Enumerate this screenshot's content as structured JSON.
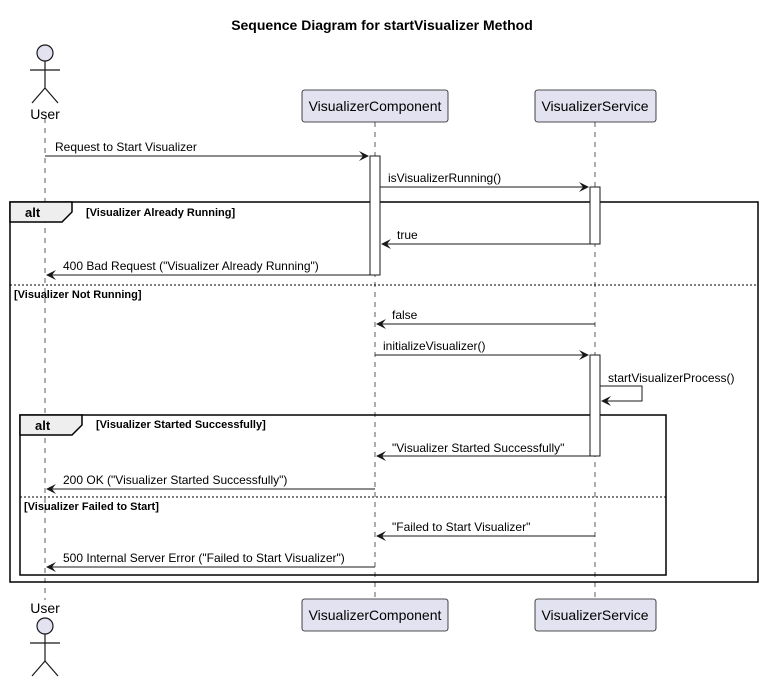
{
  "title": "Sequence Diagram for startVisualizer Method",
  "participants": {
    "user": "User",
    "component": "VisualizerComponent",
    "service": "VisualizerService"
  },
  "messages": {
    "m1": "Request to Start Visualizer",
    "m2": "isVisualizerRunning()",
    "m3": "true",
    "m4": "400 Bad Request (\"Visualizer Already Running\")",
    "m5": "false",
    "m6": "initializeVisualizer()",
    "m7": "startVisualizerProcess()",
    "m8": "\"Visualizer Started Successfully\"",
    "m9": "200 OK (\"Visualizer Started Successfully\")",
    "m10": "\"Failed to Start Visualizer\"",
    "m11": "500 Internal Server Error (\"Failed to Start Visualizer\")"
  },
  "fragments": {
    "outer": {
      "keyword": "alt",
      "guard1": "[Visualizer Already Running]",
      "guard2": "[Visualizer Not Running]"
    },
    "inner": {
      "keyword": "alt",
      "guard1": "[Visualizer Started Successfully]",
      "guard2": "[Visualizer Failed to Start]"
    }
  },
  "colors": {
    "participant_fill": "#E2E2F0",
    "participant_border": "#181818",
    "lifeline": "#181818",
    "activation_fill": "#ffffff",
    "fragment_tab": "#EEEEEE"
  }
}
